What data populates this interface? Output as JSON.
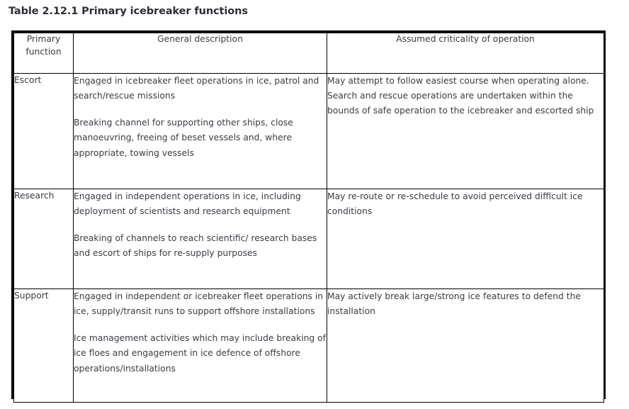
{
  "caption": "Table 2.12.1 Primary icebreaker functions",
  "table": {
    "headers": {
      "primary_function": "Primary function",
      "general_description": "General description",
      "assumed_criticality": "Assumed criticality of operation"
    },
    "rows": [
      {
        "function": "Escort",
        "description": [
          "Engaged in icebreaker fleet operations in ice, patrol and search/rescue missions",
          "Breaking channel for supporting other ships, close manoeuvring, freeing of beset vessels and, where appropriate, towing vessels"
        ],
        "criticality": [
          "May attempt to follow easiest course when operating alone. Search and rescue operations are undertaken within the bounds of safe operation to the icebreaker and escorted ship"
        ]
      },
      {
        "function": "Research",
        "description": [
          "Engaged in independent operations in ice, including deployment of scientists and research equipment",
          "Breaking of channels to reach scientific/ research bases and escort of ships for re-supply purposes"
        ],
        "criticality": [
          "May re-route or re-schedule to avoid perceived difficult ice conditions"
        ]
      },
      {
        "function": "Support",
        "description": [
          "Engaged in independent or icebreaker fleet operations in ice, supply/transit runs to support offshore installations",
          "Ice management activities which may include breaking of ice floes and engagement in ice defence of offshore operations/installations"
        ],
        "criticality": [
          "May actively break large/strong ice features to defend the installation"
        ]
      }
    ]
  },
  "colors": {
    "text": "#3b3b44",
    "heading": "#2e2e36",
    "border": "#000000",
    "background": "#ffffff"
  }
}
